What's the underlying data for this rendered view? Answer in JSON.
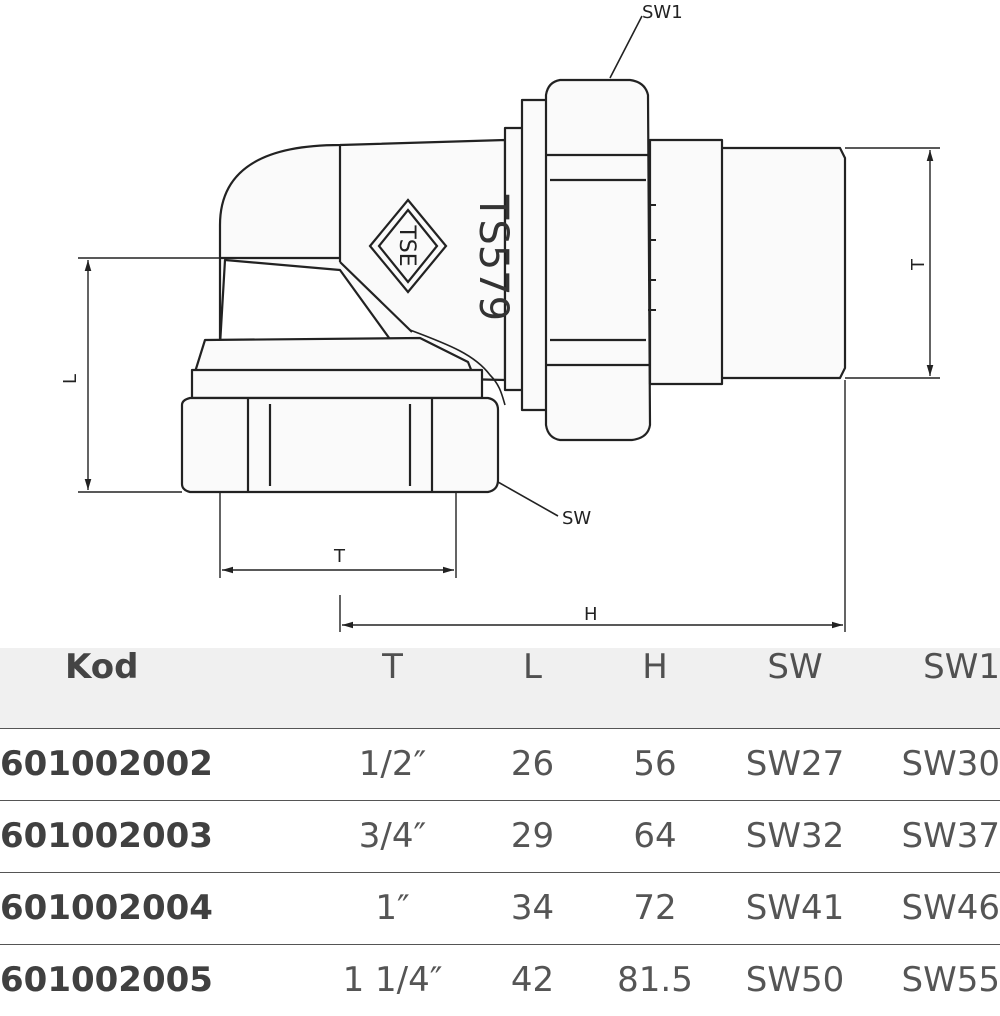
{
  "drawing": {
    "labels": {
      "sw1": "SW1",
      "sw": "SW",
      "t_bottom": "T",
      "t_right": "T",
      "l": "L",
      "h": "H",
      "mark": "TS579",
      "logo": "TSE"
    }
  },
  "table": {
    "headers": [
      "Kod",
      "T",
      "L",
      "H",
      "SW",
      "SW1"
    ],
    "rows": [
      [
        "601002002",
        "1/2″",
        "26",
        "56",
        "SW27",
        "SW30"
      ],
      [
        "601002003",
        "3/4″",
        "29",
        "64",
        "SW32",
        "SW37"
      ],
      [
        "601002004",
        "1″",
        "34",
        "72",
        "SW41",
        "SW46"
      ],
      [
        "601002005",
        "1 1/4″",
        "42",
        "81.5",
        "SW50",
        "SW55"
      ]
    ]
  },
  "colors": {
    "line": "#222222",
    "header_bg": "#f0f0f0",
    "text": "#555555"
  }
}
